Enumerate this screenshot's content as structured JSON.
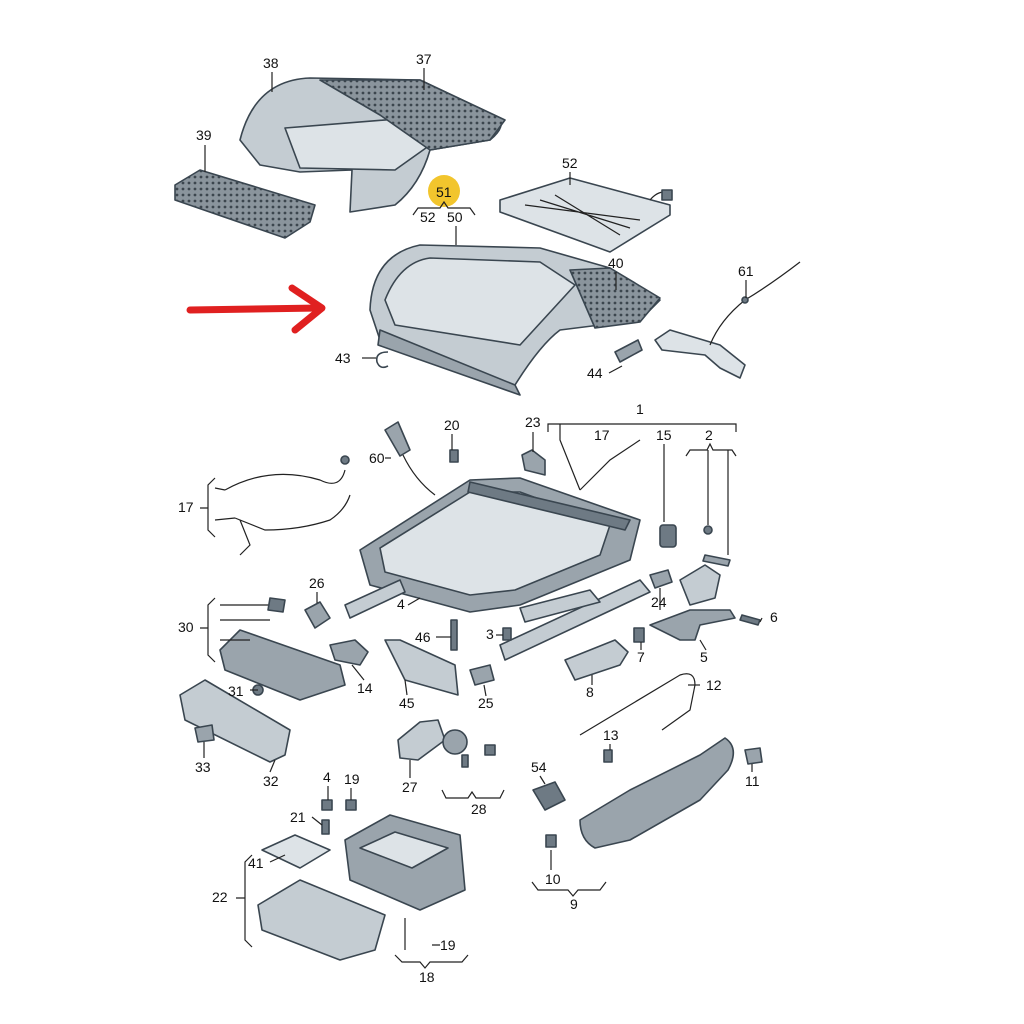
{
  "colors": {
    "arrow": "#e02020",
    "highlight": "#f2c52d",
    "part_outline": "#3a4650",
    "part_fill": "#c4ccd2"
  },
  "labels": {
    "p1": "1",
    "p2": "2",
    "p3": "3",
    "p4a": "4",
    "p4b": "4",
    "p5": "5",
    "p6": "6",
    "p7": "7",
    "p8": "8",
    "p9": "9",
    "p10": "10",
    "p11": "11",
    "p12": "12",
    "p13": "13",
    "p14": "14",
    "p15": "15",
    "p17a": "17",
    "p17b": "17",
    "p18": "18",
    "p19a": "19",
    "p19b": "19",
    "p20": "20",
    "p21": "21",
    "p22": "22",
    "p23": "23",
    "p24": "24",
    "p25": "25",
    "p26": "26",
    "p27": "27",
    "p28": "28",
    "p30": "30",
    "p31": "31",
    "p32": "32",
    "p33": "33",
    "p37": "37",
    "p38": "38",
    "p39": "39",
    "p40": "40",
    "p41": "41",
    "p43": "43",
    "p44": "44",
    "p45": "45",
    "p46": "46",
    "p50": "50",
    "p51": "51",
    "p52a": "52",
    "p52b": "52",
    "p54": "54",
    "p60": "60",
    "p61": "61"
  }
}
